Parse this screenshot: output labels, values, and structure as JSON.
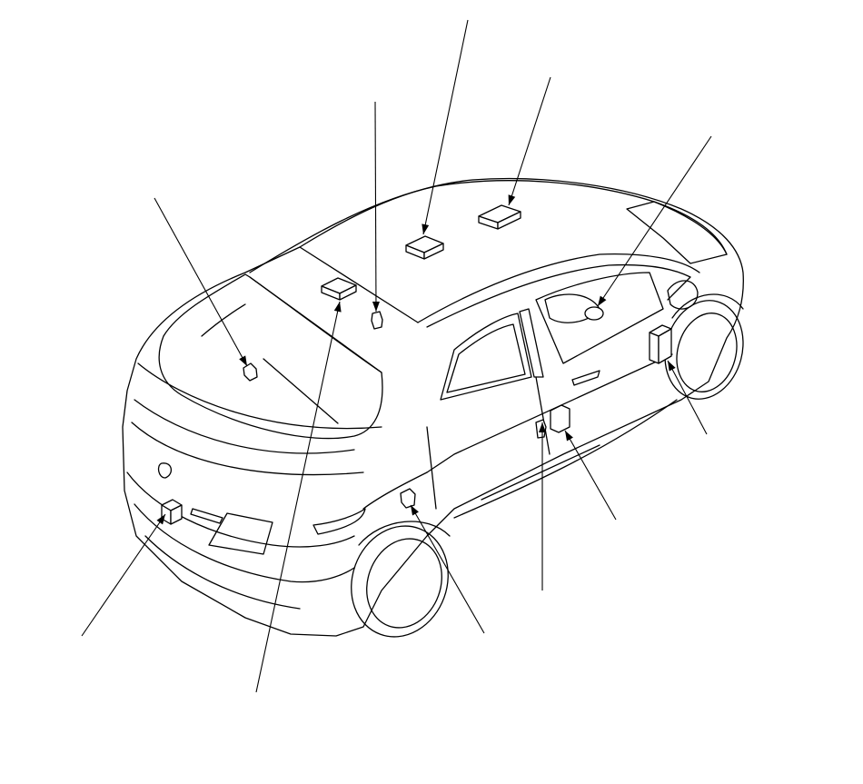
{
  "diagram": {
    "background": "#ffffff",
    "line_color": "#000000",
    "callouts": [
      {
        "id": "roof-module-front",
        "label": ""
      },
      {
        "id": "roof-module-center",
        "label": ""
      },
      {
        "id": "roof-module-rear",
        "label": ""
      },
      {
        "id": "pillar-sensor-left",
        "label": ""
      },
      {
        "id": "rear-glass-sensor",
        "label": ""
      },
      {
        "id": "steering-sensor",
        "label": ""
      },
      {
        "id": "front-quarter-unit",
        "label": ""
      },
      {
        "id": "door-switch",
        "label": ""
      },
      {
        "id": "door-sensor",
        "label": ""
      },
      {
        "id": "rear-quarter-sensor",
        "label": ""
      },
      {
        "id": "rear-bumper-unit",
        "label": ""
      }
    ]
  }
}
